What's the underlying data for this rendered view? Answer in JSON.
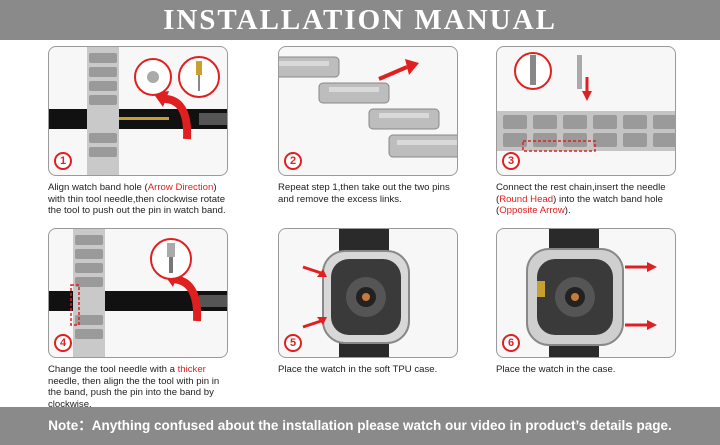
{
  "header": {
    "title": "INSTALLATION MANUAL"
  },
  "steps": [
    {
      "number": "1",
      "caption": {
        "p1": "Align watch band hole (",
        "r1": "Arrow Direction",
        "p2": ") with thin tool needle,then clockwise rotate the tool to push out the pin in watch band."
      }
    },
    {
      "number": "2",
      "caption": {
        "p1": "Repeat step 1,then take out the two pins and remove the excess links."
      }
    },
    {
      "number": "3",
      "caption": {
        "p1": "Connect the rest chain,insert the needle (",
        "r1": "Round Head",
        "p2": ") into the watch band hole (",
        "r2": "Opposite Arrow",
        "p3": ")."
      }
    },
    {
      "number": "4",
      "caption": {
        "p1": "Change the tool needle with a ",
        "r1": "thicker",
        "p2": " needle, then align the the tool with pin in the band, push the pin into the band by clockwise."
      }
    },
    {
      "number": "5",
      "caption": {
        "p1": "Place the watch in the soft TPU case."
      }
    },
    {
      "number": "6",
      "caption": {
        "p1": "Place the watch in the case."
      }
    }
  ],
  "footer": {
    "note": "Note：Anything confused about the installation please watch our video in product’s details page."
  },
  "colors": {
    "accent": "#e02020",
    "banner": "#8a8a8a"
  }
}
